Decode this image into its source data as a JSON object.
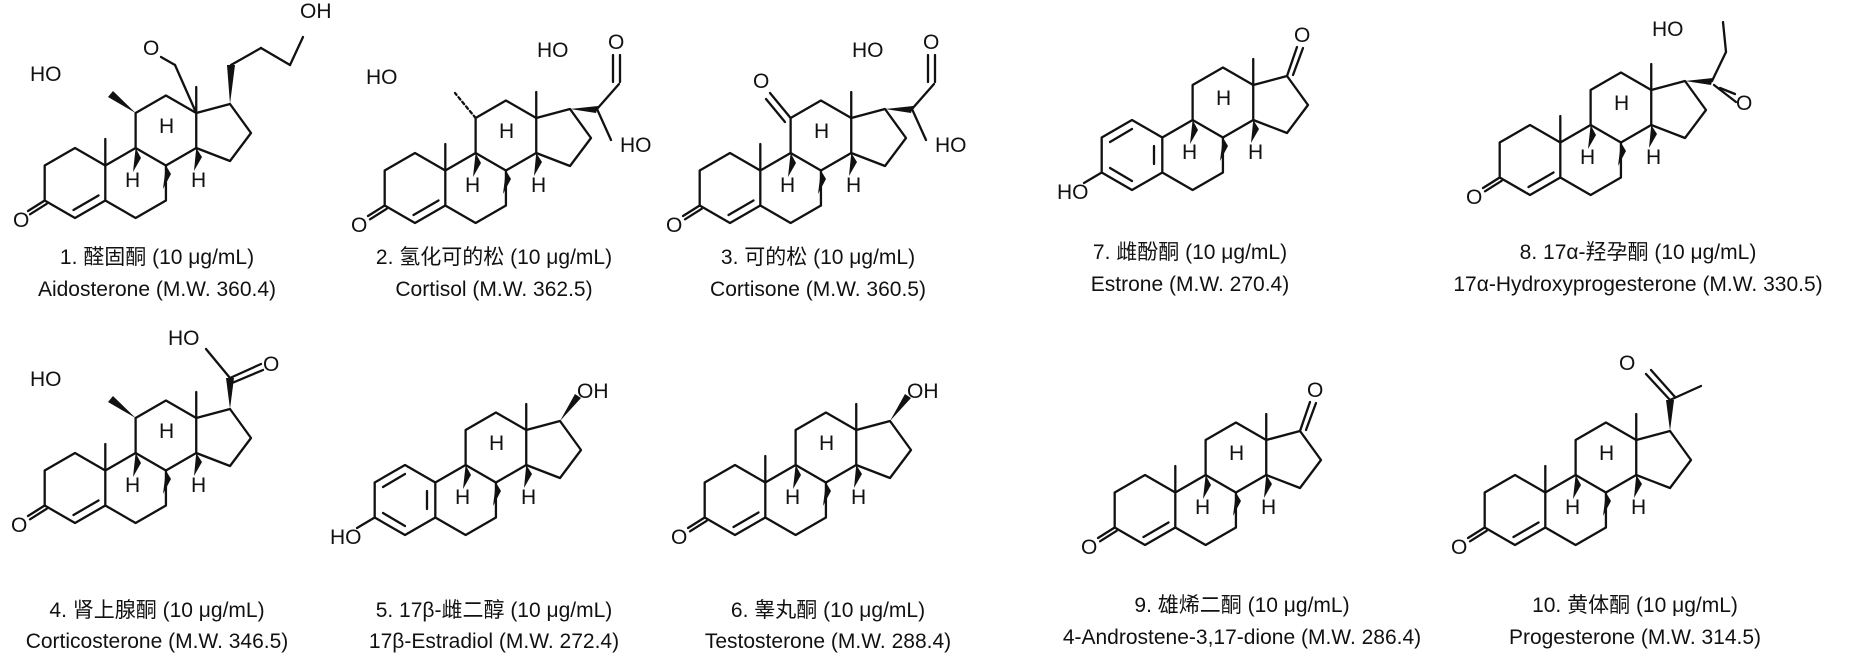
{
  "compounds": [
    {
      "id": 1,
      "skeleton": "pregnane-aldo",
      "line1": "1. 醛固酮 (10 μg/mL)",
      "line2": "Aidosterone  (M.W. 360.4)"
    },
    {
      "id": 2,
      "skeleton": "pregnane-11alpha",
      "line1": "2. 氢化可的松 (10 μg/mL)",
      "line2": "Cortisol (M.W. 362.5)"
    },
    {
      "id": 3,
      "skeleton": "pregnane-11oxo",
      "line1": "3. 可的松 (10 μg/mL)",
      "line2": "Cortisone (M.W. 360.5)"
    },
    {
      "id": 7,
      "skeleton": "estrane-17one",
      "line1": "7. 雌酚酮 (10 μg/mL)",
      "line2": "Estrone (M.W. 270.4)"
    },
    {
      "id": 8,
      "skeleton": "pregnane-17oh",
      "line1": "8. 17α-羟孕酮 (10 μg/mL)",
      "line2": "17α-Hydroxyprogesterone (M.W. 330.5)"
    },
    {
      "id": 4,
      "skeleton": "pregnane-11beta",
      "line1": "4. 肾上腺酮 (10 μg/mL)",
      "line2": "Corticosterone (M.W. 346.5)"
    },
    {
      "id": 5,
      "skeleton": "estrane-17oh",
      "line1": "5. 17β-雌二醇 (10 μg/mL)",
      "line2": "17β-Estradiol (M.W. 272.4)"
    },
    {
      "id": 6,
      "skeleton": "androstane-17oh",
      "line1": "6. 睾丸酮 (10 μg/mL)",
      "line2": "Testosterone (M.W. 288.4)"
    },
    {
      "id": 9,
      "skeleton": "androstane-17one",
      "line1": "9. 雄烯二酮 (10 μg/mL)",
      "line2": "4-Androstene-3,17-dione (M.W. 286.4)"
    },
    {
      "id": 10,
      "skeleton": "pregnane-acetyl",
      "line1": "10. 黄体酮 (10 μg/mL)",
      "line2": "Progesterone (M.W. 314.5)"
    }
  ],
  "atom_labels": {
    "O": "O",
    "H": "H",
    "OH": "OH",
    "HO": "HO"
  }
}
